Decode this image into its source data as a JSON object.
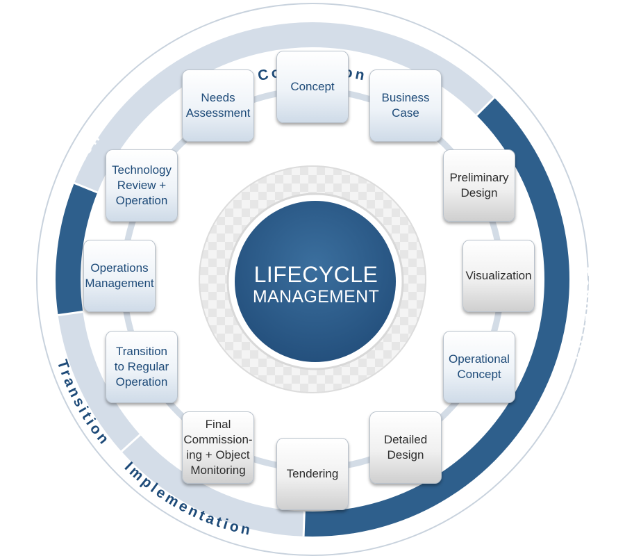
{
  "center": {
    "line1": "LIFECYCLE",
    "line2": "MANAGEMENT"
  },
  "phases": [
    {
      "label": "Conception",
      "color": "#1d4a78"
    },
    {
      "label": "Tendering + Planning",
      "color": "#ffffff"
    },
    {
      "label": "Implementation",
      "color": "#1d4a78"
    },
    {
      "label": "Transition",
      "color": "#1d4a78"
    },
    {
      "label": "Regular Operation",
      "color": "#ffffff"
    }
  ],
  "steps": [
    {
      "label": "Concept",
      "style": "blue"
    },
    {
      "label": "Business\nCase",
      "style": "blue"
    },
    {
      "label": "Preliminary\nDesign",
      "style": "gray"
    },
    {
      "label": "Visualization",
      "style": "gray"
    },
    {
      "label": "Operational\nConcept",
      "style": "blue"
    },
    {
      "label": "Detailed\nDesign",
      "style": "gray"
    },
    {
      "label": "Tendering",
      "style": "gray"
    },
    {
      "label": "Final\nCommission-\ning + Object\nMonitoring",
      "style": "gray"
    },
    {
      "label": "Transition\nto Regular\nOperation",
      "style": "blue"
    },
    {
      "label": "Operations\nManagement",
      "style": "blue"
    },
    {
      "label": "Technology\nReview +\nOperation",
      "style": "blue"
    },
    {
      "label": "Needs\nAssessment",
      "style": "blue"
    }
  ],
  "colors": {
    "dark_blue": "#2e5f8c",
    "light_ring": "#d4dde8",
    "text_blue": "#1d4a78"
  }
}
